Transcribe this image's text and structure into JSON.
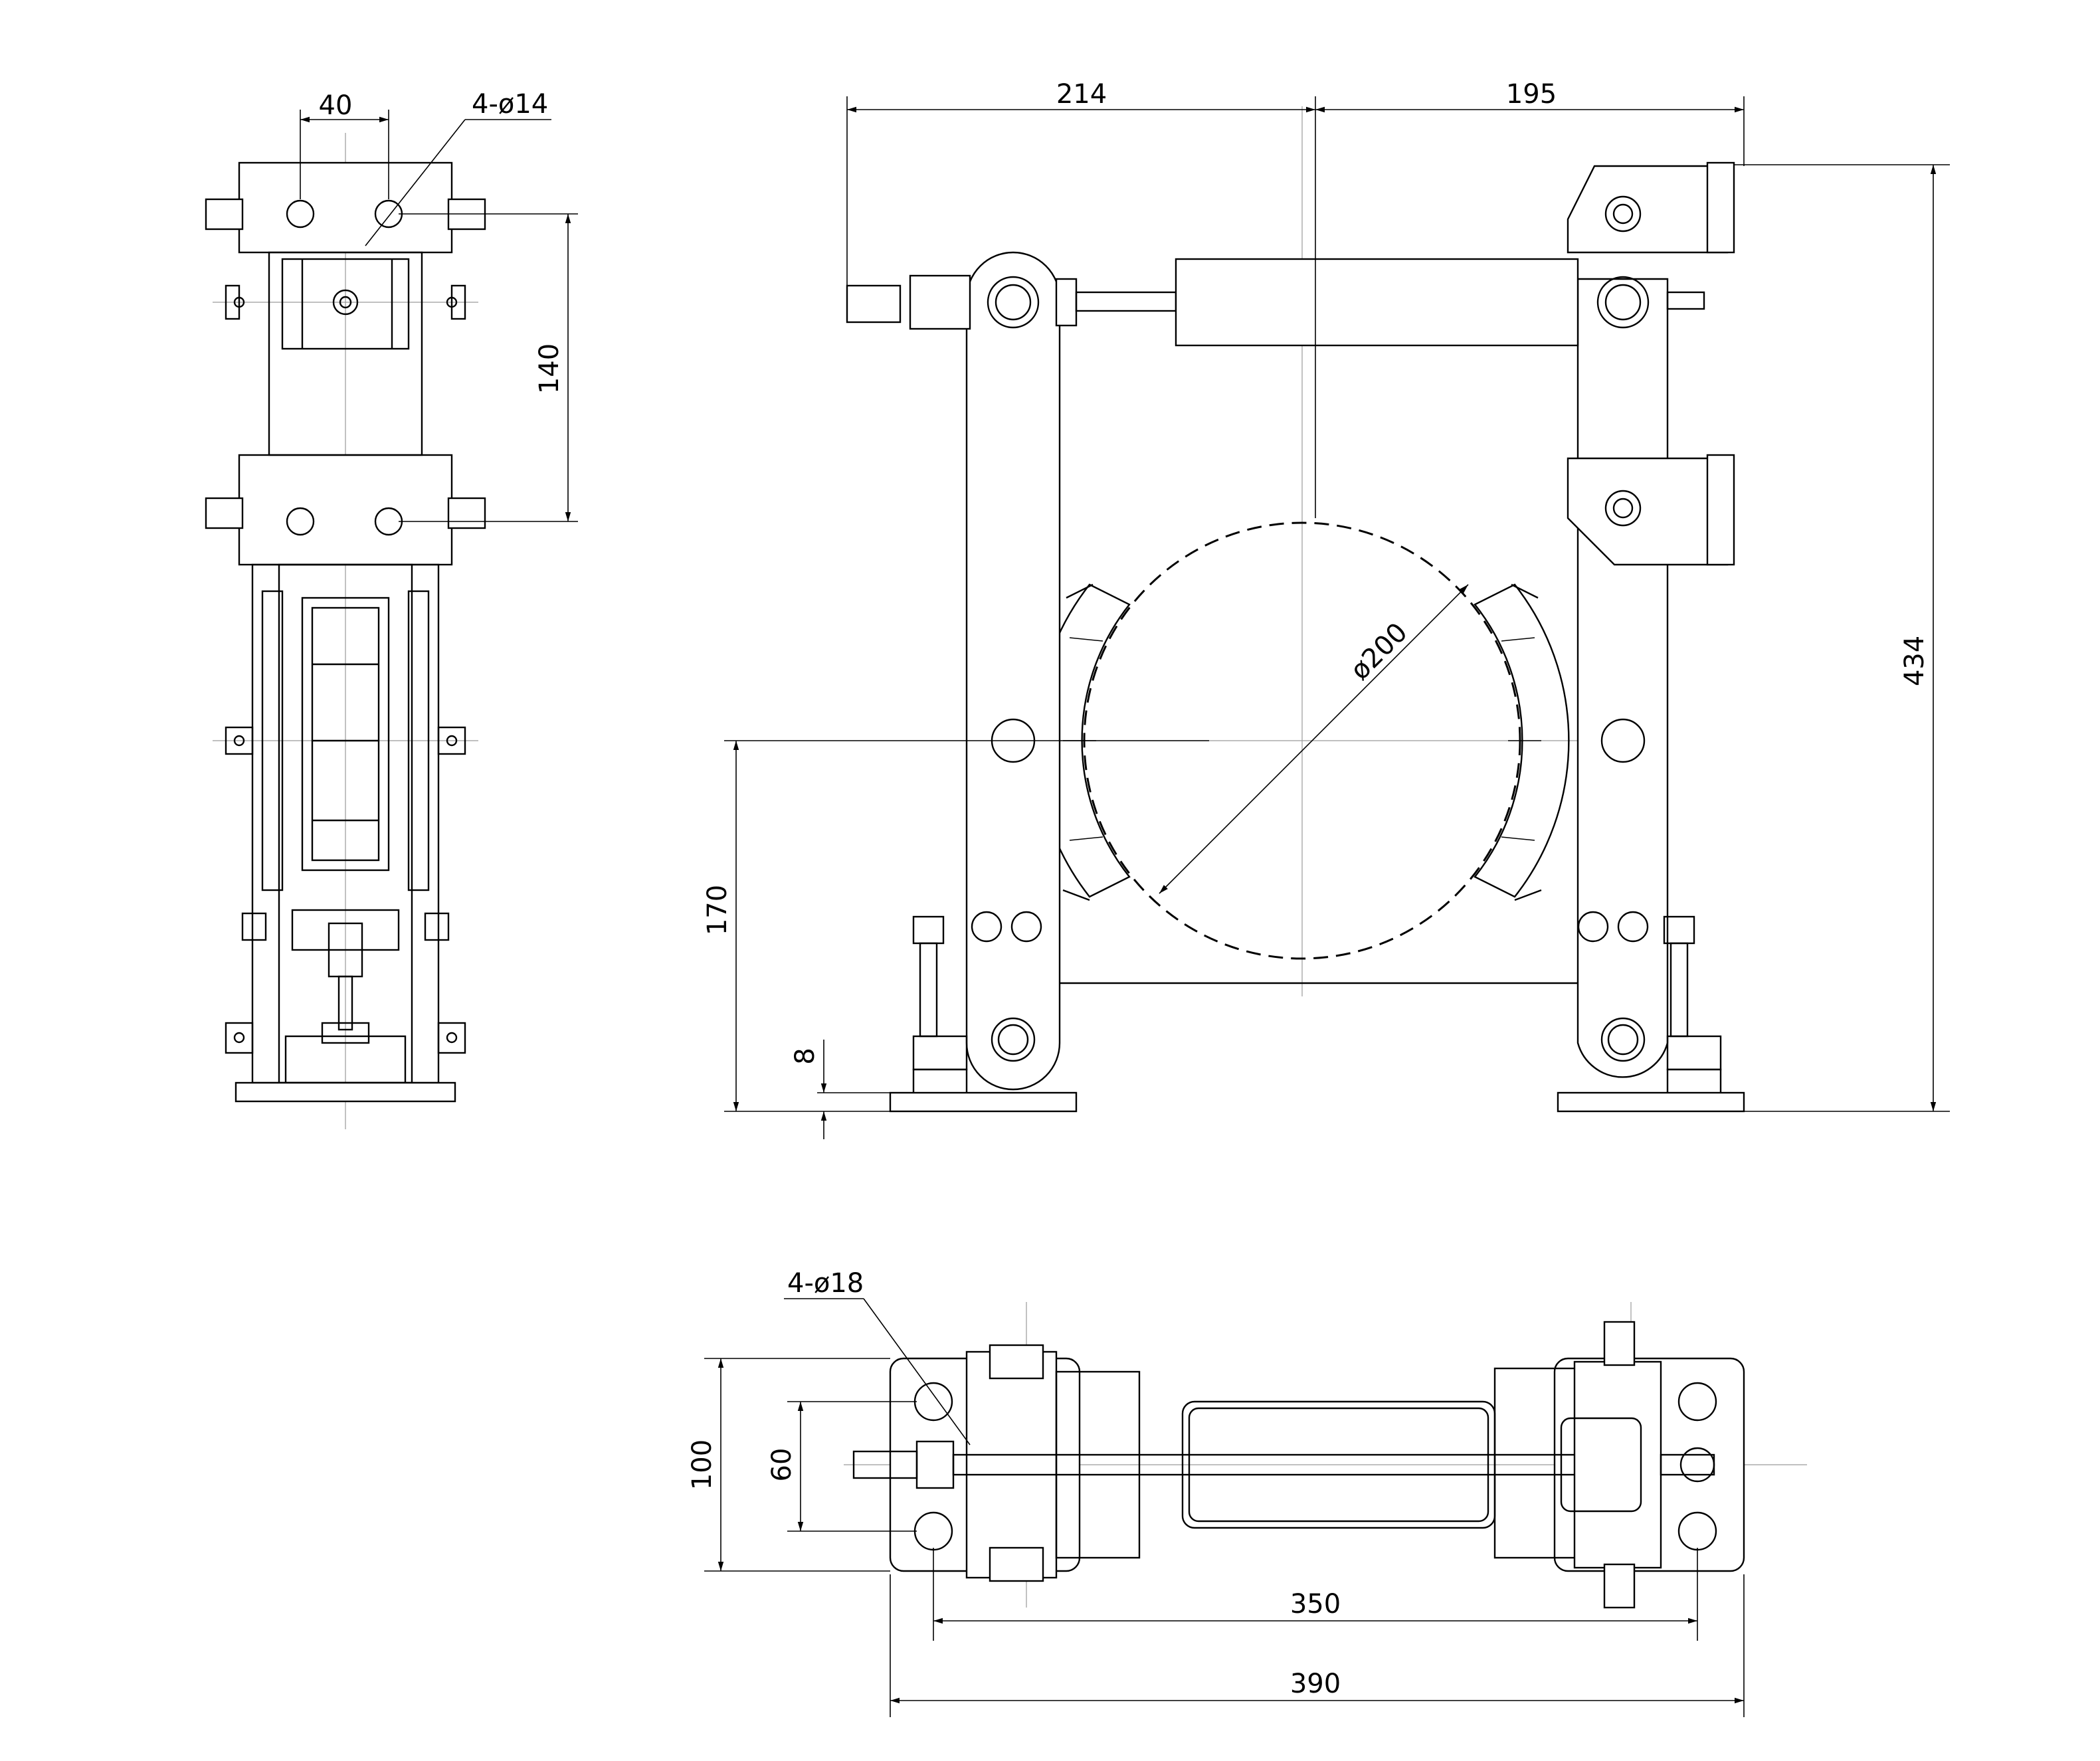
{
  "drawing": {
    "side_view": {
      "hole_spacing": "40",
      "hole_callout": "4-ø14",
      "vertical_spacing": "140"
    },
    "front_view": {
      "left_span": "214",
      "right_span": "195",
      "total_height": "434",
      "axis_height": "170",
      "base_thickness": "8",
      "drum_diameter": "ø200"
    },
    "plan_view": {
      "hole_callout": "4-ø18",
      "base_width": "100",
      "hole_spacing_y": "60",
      "hole_spacing_x": "350",
      "total_length": "390"
    }
  }
}
